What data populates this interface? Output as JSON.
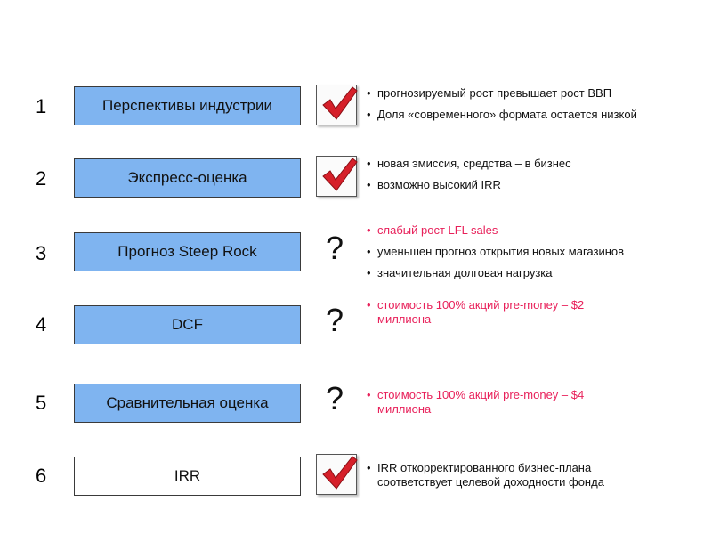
{
  "rows": [
    {
      "number": "1",
      "label": "Перспективы индустрии",
      "status_icon": "checkmark-icon",
      "bullets": [
        {
          "text": "прогнозируемый рост превышает рост ВВП",
          "color": "#111111"
        },
        {
          "text": "Доля «современного» формата остается низкой",
          "color": "#111111"
        }
      ]
    },
    {
      "number": "2",
      "label": "Экспресс-оценка",
      "status_icon": "checkmark-icon",
      "bullets": [
        {
          "text": "новая эмиссия, средства – в бизнес",
          "color": "#111111"
        },
        {
          "text": "возможно высокий IRR",
          "color": "#111111"
        }
      ]
    },
    {
      "number": "3",
      "label": "Прогноз Steep Rock",
      "status_icon": "question-mark",
      "status_text": "?",
      "bullets": [
        {
          "text": "слабый рост LFL sales",
          "color": "#e8205a"
        },
        {
          "text": "уменьшен прогноз открытия новых магазинов",
          "color": "#111111"
        },
        {
          "text": "значительная долговая нагрузка",
          "color": "#111111"
        }
      ]
    },
    {
      "number": "4",
      "label": "DCF",
      "status_icon": "question-mark",
      "status_text": "?",
      "bullets": [
        {
          "text": "стоимость 100% акций pre-money – $2 миллиона",
          "color": "#e8205a"
        }
      ]
    },
    {
      "number": "5",
      "label": "Сравнительная оценка",
      "status_icon": "question-mark",
      "status_text": "?",
      "bullets": [
        {
          "text": "стоимость 100% акций pre-money – $4 миллиона",
          "color": "#e8205a"
        }
      ]
    },
    {
      "number": "6",
      "label": "IRR",
      "status_icon": "checkmark-icon",
      "bullets": [
        {
          "text": "IRR откорректированного бизнес-плана соответствует целевой доходности фонда",
          "color": "#111111"
        }
      ]
    }
  ],
  "colors": {
    "box_blue": "#7fb4f0",
    "box_white": "#ffffff",
    "checkmark_red": "#d6202a",
    "highlight_red": "#e8205a"
  }
}
